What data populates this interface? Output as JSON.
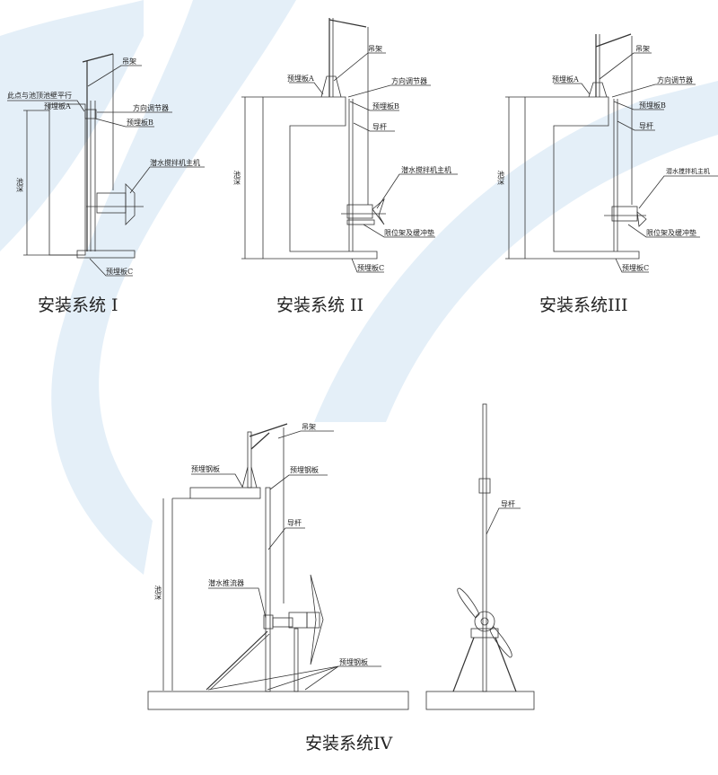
{
  "colors": {
    "background_swoosh": "#e4eff8",
    "line": "#333333",
    "hatch": "#2b2b2b"
  },
  "system1": {
    "caption": "安装系统 I",
    "labels": {
      "crane": "吊架",
      "parallel_note": "此点与池顶池壁平行",
      "plate_a": "预埋板A",
      "direction_adjuster": "方向调节器",
      "plate_b": "预埋板B",
      "mixer_main": "潜水搅拌机主机",
      "depth": "池深",
      "plate_c": "预埋板C"
    }
  },
  "system2": {
    "caption": "安装系统 II",
    "labels": {
      "crane": "吊架",
      "plate_a": "预埋板A",
      "direction_adjuster": "方向调节器",
      "plate_b": "预埋板B",
      "guide_rod": "导杆",
      "mixer_main": "潜水搅拌机主机",
      "limit_frame": "限位架及缓冲垫",
      "plate_c": "预埋板C",
      "depth": "池深"
    }
  },
  "system3": {
    "caption": "安装系统III",
    "labels": {
      "crane": "吊架",
      "plate_a": "预埋板A",
      "direction_adjuster": "方向调节器",
      "plate_b": "预埋板B",
      "guide_rod": "导杆",
      "mixer_main": "潜水搅拌机主机",
      "limit_frame": "限位架及缓冲垫",
      "plate_c": "预埋板C",
      "depth": "池深"
    }
  },
  "system4": {
    "caption": "安装系统IV",
    "labels": {
      "crane": "吊架",
      "steel_plate_left": "预埋钢板",
      "steel_plate_right": "预埋钢板",
      "guide_rod": "导杆",
      "flow_booster": "潜水推流器",
      "steel_plate_bottom": "预埋钢板",
      "depth": "池深",
      "side_guide_rod": "导杆"
    }
  }
}
